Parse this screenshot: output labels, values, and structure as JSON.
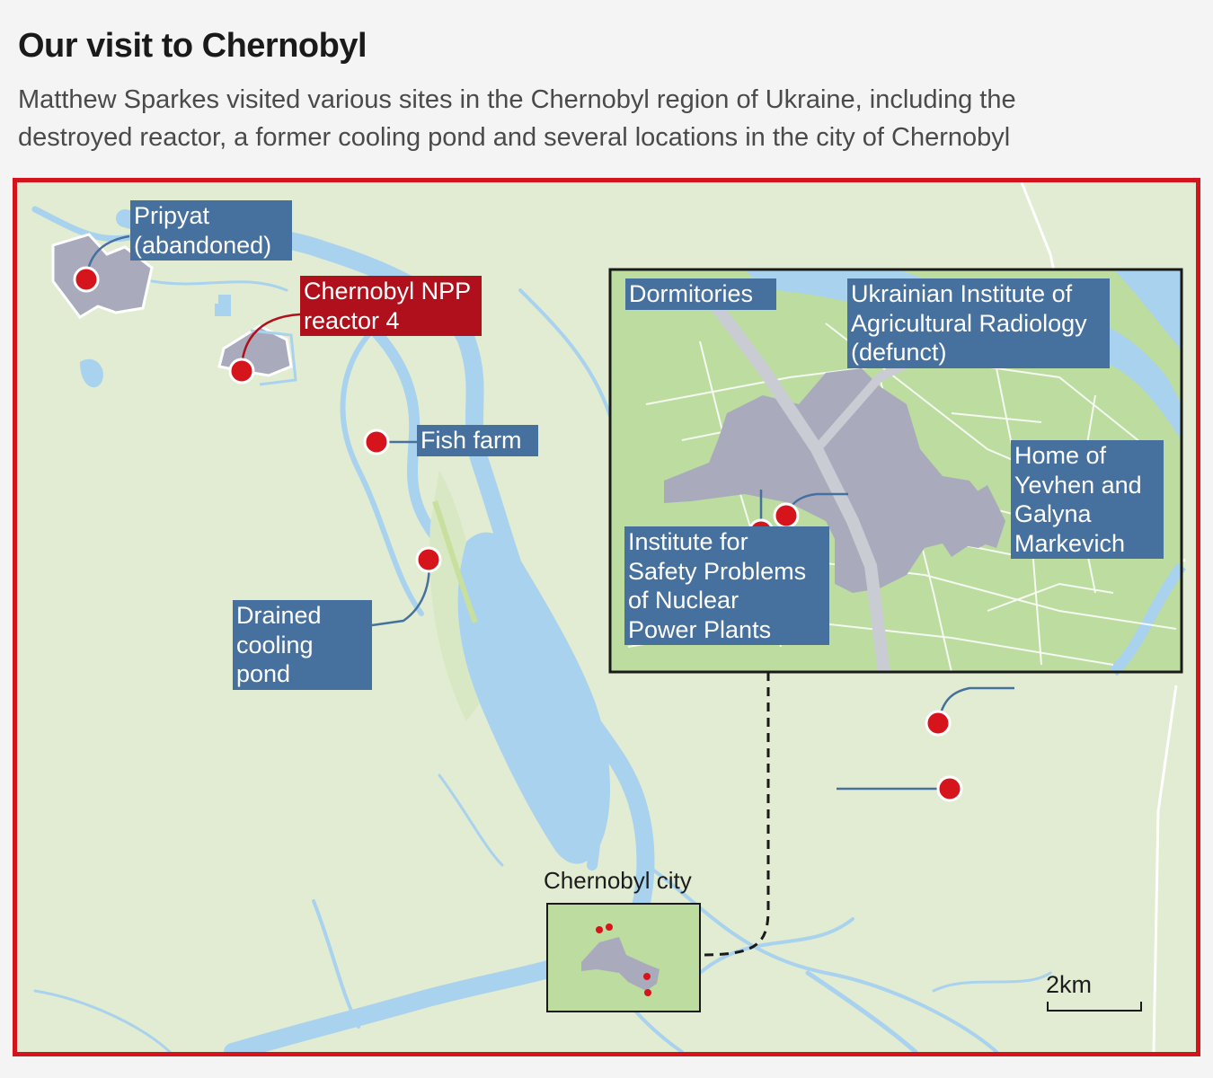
{
  "header": {
    "title": "Our visit to Chernobyl",
    "subtitle": "Matthew Sparkes visited various sites in the Chernobyl region of Ukraine, including the destroyed reactor, a former cooling pond and several locations in the city of Chernobyl"
  },
  "colors": {
    "frame": "#d3141c",
    "land": "#e2ecd2",
    "water": "#a9d2ef",
    "urban": "#a9abbd",
    "label_bg": "#46709d",
    "reactor_label_bg": "#b0101b",
    "marker": "#d6141c",
    "inset_bg": "#bcdca0"
  },
  "labels": {
    "pripyat": "Pripyat\n(abandoned)",
    "reactor": "Chernobyl NPP\nreactor 4",
    "fish_farm": "Fish farm",
    "cooling_pond": "Drained\ncooling\npond",
    "chernobyl_city": "Chernobyl city",
    "scale": "2km"
  },
  "inset": {
    "dormitories": "Dormitories",
    "agri_institute": "Ukrainian Institute of\nAgricultural Radiology\n(defunct)",
    "home": "Home of\nYevhen and\nGalyna\nMarkevich",
    "safety_institute": "Institute for\nSafety Problems\nof Nuclear\nPower Plants"
  },
  "icons": {
    "site_marker": "red-dot-icon"
  }
}
